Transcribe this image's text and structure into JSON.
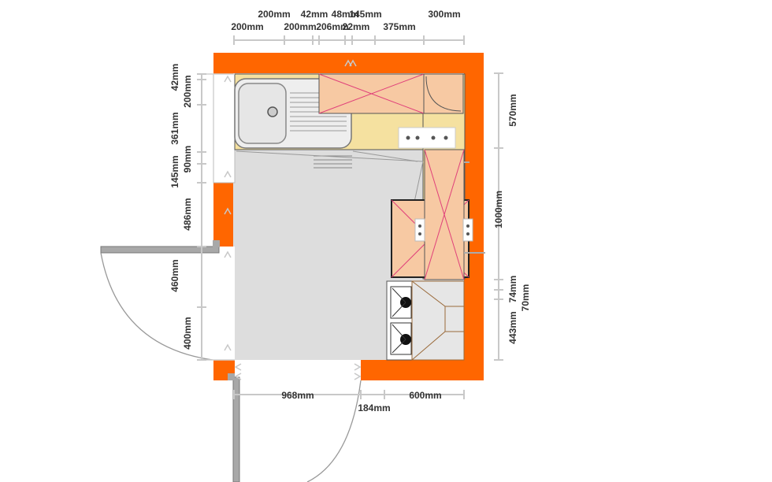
{
  "colors": {
    "wall": "#ff6600",
    "floor": "#dddddd",
    "worktop": "#f5e1a0",
    "cabinet": "#f7c9a3",
    "cross": "#e0407a",
    "dimension": "#c8c8c8",
    "door": "#9a9a9a"
  },
  "dimensions": {
    "top_row1": [
      "200mm",
      "42mm",
      "48mm",
      "145mm",
      "300mm"
    ],
    "top_row2": [
      "200mm",
      "200mm",
      "206mm",
      "22mm",
      "375mm"
    ],
    "left_col1": [
      "42mm",
      "200mm",
      "361mm",
      "90mm",
      "145mm",
      "486mm",
      "460mm",
      "400mm"
    ],
    "right_col": [
      "570mm",
      "1000mm",
      "74mm",
      "70mm",
      "443mm"
    ],
    "bottom": [
      "968mm",
      "184mm",
      "600mm"
    ]
  },
  "fixtures": {
    "sink": "sink-icon",
    "hob": "hob-icon",
    "sockets": "socket-icon",
    "doors": "door-swing"
  }
}
